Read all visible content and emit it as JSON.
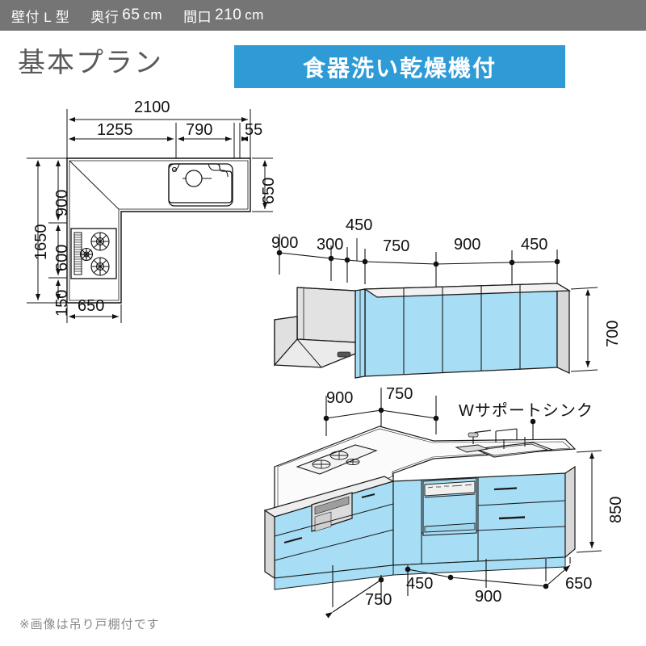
{
  "header": {
    "layout_type": "壁付 L 型",
    "depth_label": "奥行",
    "depth_value": "65",
    "depth_unit": "cm",
    "width_label": "間口",
    "width_value": "210",
    "width_unit": "cm"
  },
  "title": {
    "plan_name": "基本プラン",
    "feature_badge": "食器洗い乾燥機付",
    "badge_color": "#2e9bd6"
  },
  "note": "※画像は吊り戸棚付です",
  "callouts": {
    "sink_name": "Wサポートシンク"
  },
  "floor_plan": {
    "top_total": "2100",
    "top_segments": [
      "1255",
      "790",
      "55"
    ],
    "left_total": "1650",
    "left_segments": [
      "900",
      "600",
      "150"
    ],
    "right_depth": "650",
    "bottom_width": "650"
  },
  "elevation": {
    "upper_cabinets": {
      "segments": [
        "900",
        "300",
        "450",
        "750",
        "900",
        "450"
      ],
      "height": "700"
    },
    "counter": {
      "top_segments": [
        "900",
        "750"
      ],
      "height": "850",
      "bottom_segments": [
        "750",
        "450",
        "900",
        "650"
      ]
    }
  },
  "colors": {
    "door_blue": "#a8def5",
    "door_blue_dark": "#8fd0ee",
    "header_gray": "#757575",
    "outline": "#1a1a1a",
    "cabinet_gray": "#e2e2e2"
  }
}
